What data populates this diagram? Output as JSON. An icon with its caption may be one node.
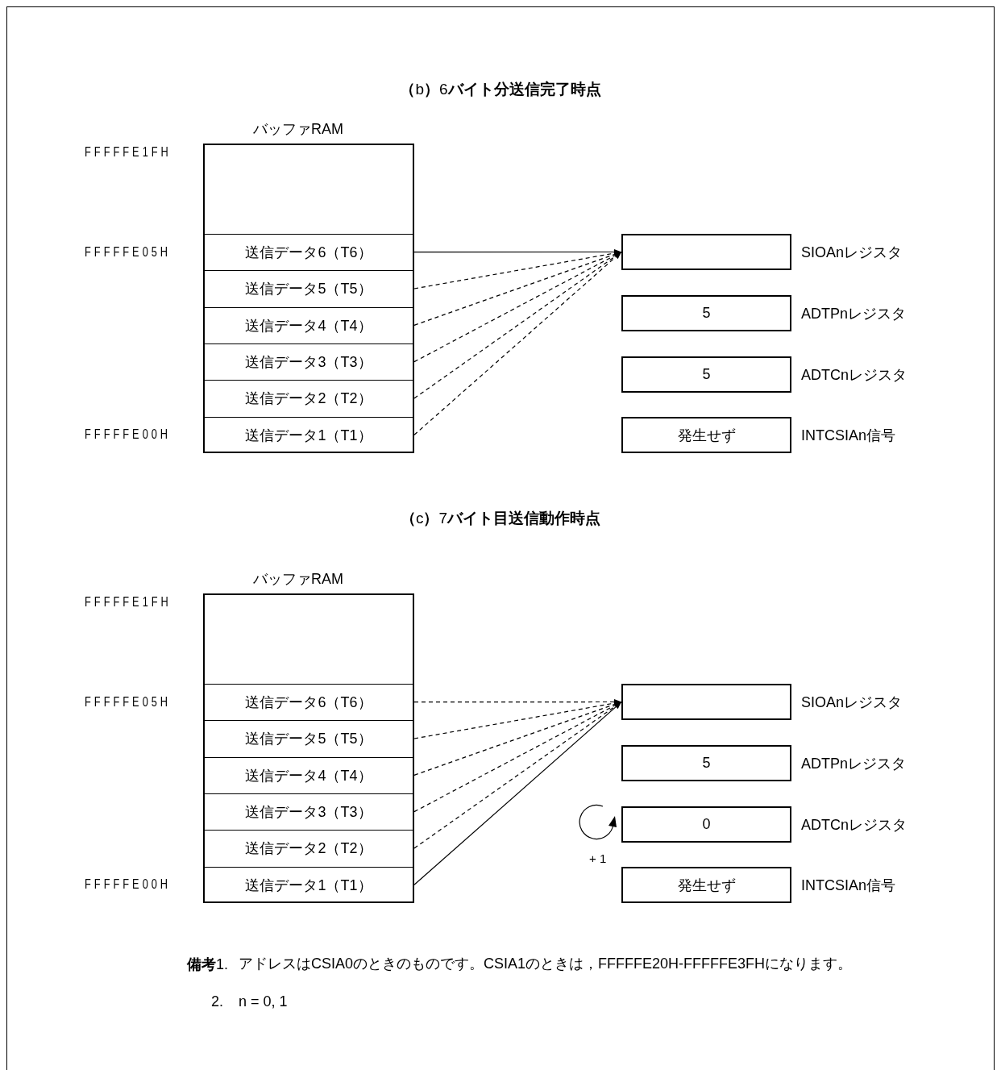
{
  "diagram": {
    "nodes": [
      {
        "text": [
          "バッファRAM"
        ]
      },
      {
        "text": [
          "送信データ6（T6）"
        ],
        "in": 0
      },
      {
        "text": [
          "送信データ5（T5）"
        ],
        "in": 0
      },
      {
        "text": [
          "送信データ4（T4）"
        ],
        "in": 0
      },
      {
        "text": [
          "送信データ3（T3）"
        ],
        "in": 0
      },
      {
        "text": [
          "送信データ2（T2）"
        ],
        "in": 0
      },
      {
        "text": [
          "送信データ1（T1）"
        ],
        "in": 0
      },
      {
        "text": [],
        "shape": "box",
        "beside": [
          "SIOAnレジスタ"
        ]
      },
      {
        "text": [
          "5"
        ],
        "beside": [
          "ADTPnレジスタ"
        ]
      },
      {
        "text": [
          "5"
        ],
        "beside": [
          "ADTCnレジスタ"
        ]
      },
      {
        "text": [
          "発生せず"
        ],
        "beside": [
          "INTCSIAn信号"
        ]
      },
      {
        "text": [
          "バッファRAM"
        ]
      },
      {
        "text": [
          "送信データ6（T6）"
        ],
        "in": 11
      },
      {
        "text": [
          "送信データ5（T5）"
        ],
        "in": 11
      },
      {
        "text": [
          "送信データ4（T4）"
        ],
        "in": 11
      },
      {
        "text": [
          "送信データ3（T3）"
        ],
        "in": 11
      },
      {
        "text": [
          "送信データ2（T2）"
        ],
        "in": 11
      },
      {
        "text": [
          "送信データ1（T1）"
        ],
        "in": 11
      },
      {
        "text": [],
        "shape": "box",
        "beside": [
          "SIOAnレジスタ"
        ]
      },
      {
        "text": [
          "5"
        ],
        "beside": [
          "ADTPnレジスタ"
        ]
      },
      {
        "text": [
          "0"
        ],
        "beside": [
          "ADTCnレジスタ"
        ]
      },
      {
        "text": [
          "発生せず"
        ],
        "beside": [
          "INTCSIAn信号"
        ]
      }
    ],
    "edges": [
      {
        "from": 1,
        "to": 7,
        "arrow": "to"
      },
      {
        "from": 2,
        "to": 7,
        "arrow": "to",
        "style": "dashed"
      },
      {
        "from": 3,
        "to": 7,
        "arrow": "to",
        "style": "dashed"
      },
      {
        "from": 4,
        "to": 7,
        "arrow": "to",
        "style": "dashed"
      },
      {
        "from": 5,
        "to": 7,
        "arrow": "to",
        "style": "dashed"
      },
      {
        "from": 6,
        "to": 7,
        "arrow": "to",
        "style": "dashed"
      },
      {
        "from": 12,
        "to": 18,
        "arrow": "to",
        "style": "dashed"
      },
      {
        "from": 13,
        "to": 18,
        "arrow": "to",
        "style": "dashed"
      },
      {
        "from": 14,
        "to": 18,
        "arrow": "to",
        "style": "dashed"
      },
      {
        "from": 15,
        "to": 18,
        "arrow": "to",
        "style": "dashed"
      },
      {
        "from": 16,
        "to": 18,
        "arrow": "to",
        "style": "dashed"
      },
      {
        "from": 17,
        "to": 18,
        "arrow": "to"
      }
    ],
    "labels": [
      "**（**b**）**6**バイト分送信完了時点**",
      "FFFFFE1FH",
      "FFFFFE05H",
      "FFFFFE00H",
      "**（**c**）**7**バイト目送信動作時点**",
      "FFFFFE1FH",
      "FFFFFE05H",
      "FFFFFE00H",
      "+ 1",
      "**備考**1.",
      "アドレスはCSIA0のときのものです。CSIA1のときは，FFFFFE20H-FFFFFE3FHになります。",
      "2.",
      "n = 0, 1"
    ]
  }
}
